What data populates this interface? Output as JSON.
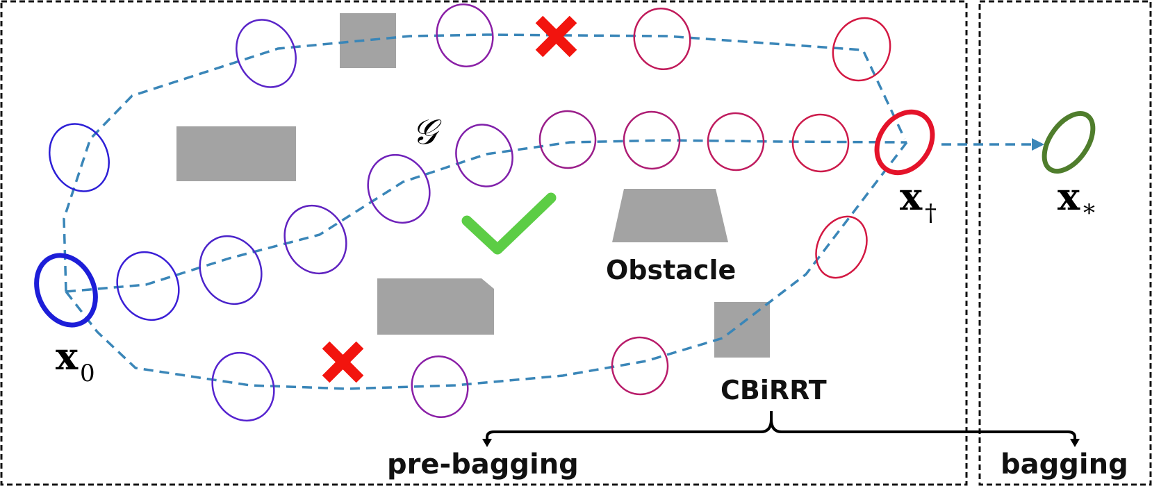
{
  "labels": {
    "x_start": "x",
    "x_start_sub": "0",
    "x_dagger": "x",
    "x_dagger_sub": "†",
    "x_star": "x",
    "x_star_sub": "*",
    "graph_symbol": "𝒢",
    "obstacle": "Obstacle",
    "cbirrt": "CBiRRT",
    "pre_bagging": "pre-bagging",
    "bagging": "bagging"
  },
  "colors": {
    "path": "#3a86b8",
    "obstacle": "#a3a3a3",
    "fail": "#f2140e",
    "success": "#5ccd45",
    "start": "#1d1ed8",
    "grasp": "#e4132a",
    "goal": "#4f7d2c",
    "frame": "#111111"
  },
  "icons": {
    "fail": "red-cross-icon",
    "success": "green-checkmark-icon"
  }
}
